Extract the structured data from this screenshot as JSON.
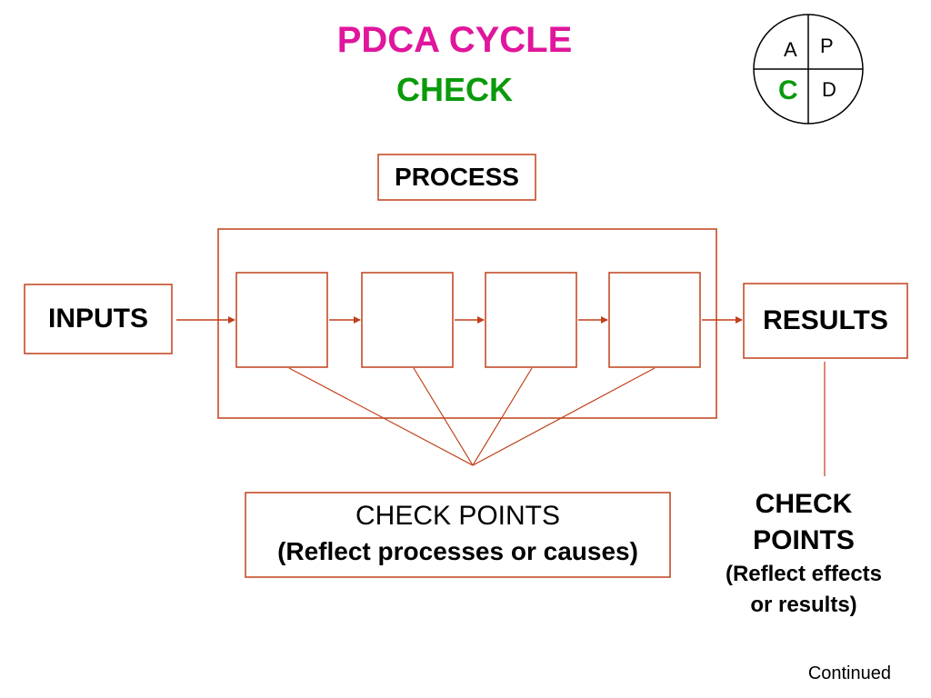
{
  "header": {
    "title": "PDCA CYCLE",
    "subtitle": "CHECK",
    "title_color": "#e0169c",
    "subtitle_color": "#0a9a0a"
  },
  "cycle": {
    "top_left": "A",
    "top_right": "P",
    "bottom_left": "C",
    "bottom_right": "D",
    "active_color": "#0a9a0a"
  },
  "diagram": {
    "process_label": "PROCESS",
    "inputs_label": "INPUTS",
    "results_label": "RESULTS",
    "line_color": "#c0401a"
  },
  "checkpoints_process": {
    "title": "CHECK POINTS",
    "note": "(Reflect processes or causes)"
  },
  "checkpoints_results": {
    "line1": "CHECK",
    "line2": "POINTS",
    "note1": "(Reflect effects",
    "note2": "or results)"
  },
  "footer": {
    "continued": "Continued"
  }
}
